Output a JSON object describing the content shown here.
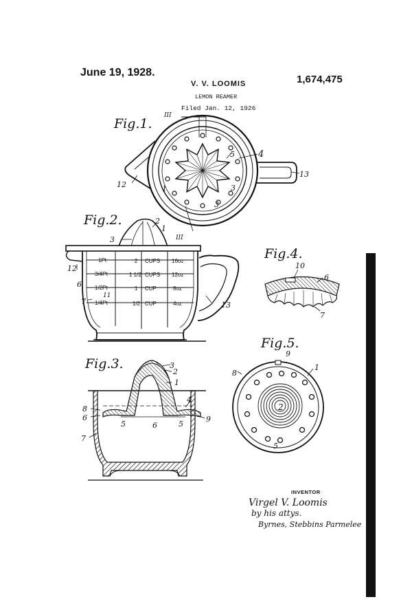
{
  "header": {
    "date": "June 19, 1928.",
    "inventor_name": "V. V. LOOMIS",
    "patent_number": "1,674,475",
    "title": "LEMON REAMER",
    "filed": "Filed Jan. 12, 1926"
  },
  "figures": {
    "fig1": {
      "label": "Fig.1.",
      "refs": [
        "III",
        "III",
        "4",
        "5",
        "1",
        "3",
        "3",
        "12",
        "13"
      ]
    },
    "fig2": {
      "label": "Fig.2.",
      "refs": [
        "2",
        "1",
        "3",
        "12",
        "6",
        "11",
        "7",
        "13"
      ],
      "scale": {
        "left": [
          "1Pt",
          "3/4Pt",
          "1/2Pt",
          "1/4Pt"
        ],
        "mid_num": [
          "2",
          "1 1/2",
          "1",
          "1/2"
        ],
        "mid_unit": [
          "CUPS",
          "CUPS",
          "CUP",
          "CUP"
        ],
        "right": [
          "16oz",
          "12oz",
          "8oz",
          "4oz"
        ]
      }
    },
    "fig3": {
      "label": "Fig.3.",
      "refs": [
        "3",
        "2",
        "1",
        "4",
        "8",
        "6",
        "5",
        "6",
        "5",
        "9",
        "7"
      ]
    },
    "fig4": {
      "label": "Fig.4.",
      "refs": [
        "10",
        "6",
        "7"
      ]
    },
    "fig5": {
      "label": "Fig.5.",
      "refs": [
        "9",
        "8",
        "1",
        "2",
        "5"
      ]
    }
  },
  "inventor_block": {
    "label": "INVENTOR",
    "signature_lines": [
      "Virgel V. Loomis",
      "by his attys.",
      "Byrnes, Stebbins Parmelee"
    ]
  }
}
